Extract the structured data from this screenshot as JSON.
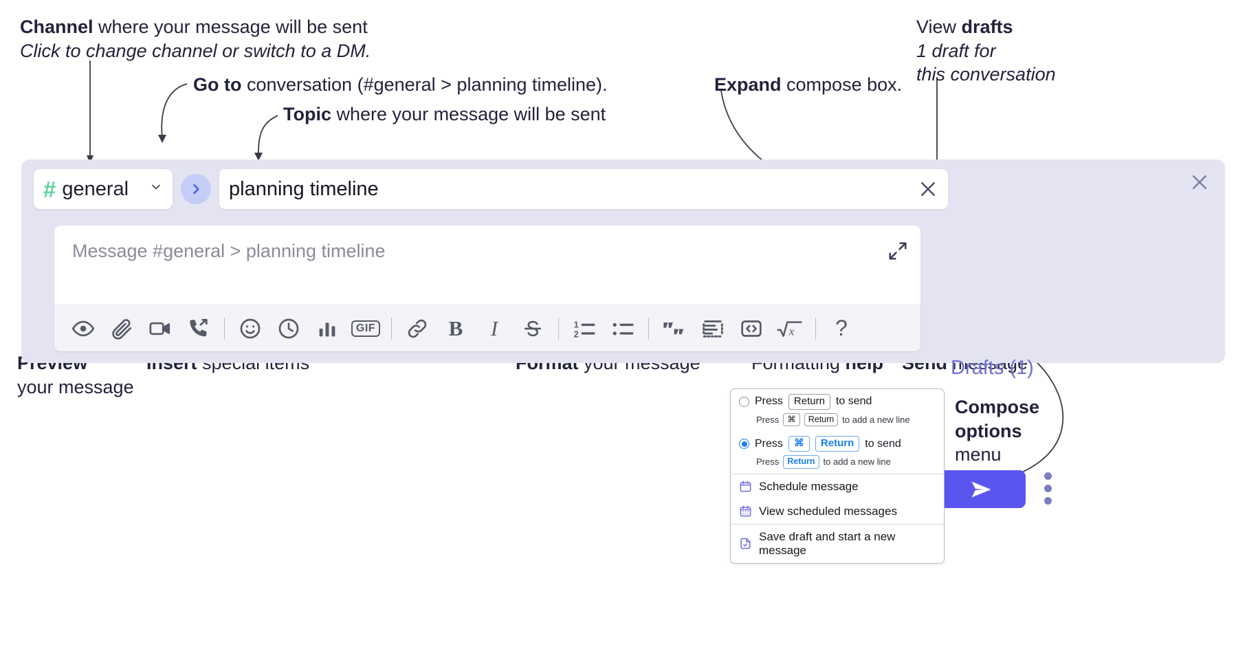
{
  "annotations": {
    "channel": {
      "bold": "Channel",
      "rest": " where your message will be sent",
      "italic": "Click to change channel or switch to a DM."
    },
    "goto": {
      "bold": "Go to",
      "rest": " conversation (#general > planning timeline)."
    },
    "topic": {
      "bold": "Topic",
      "rest": " where your message will be sent"
    },
    "expand": {
      "bold": "Expand",
      "rest": " compose box."
    },
    "drafts": {
      "plain": "View ",
      "bold": "drafts",
      "italic1": "1 draft for",
      "italic2": "this conversation"
    },
    "preview": {
      "bold": "Preview",
      "rest": "your message"
    },
    "insert": {
      "bold": "Insert",
      "rest": " special items"
    },
    "format": {
      "bold": "Format",
      "rest": " your message"
    },
    "help": {
      "plain": "Formatting ",
      "bold": "help"
    },
    "send": {
      "bold": "Send",
      "rest": " message"
    },
    "compose_options": {
      "bold1": "Compose",
      "bold2": "options",
      "rest": "menu"
    }
  },
  "composer": {
    "channel_name": "general",
    "hash_glyph": "#",
    "chevron_down_glyph": "⌄",
    "goto_glyph": "›",
    "topic_value": "planning timeline",
    "message_placeholder": "Message #general > planning timeline",
    "drafts_label": "Drafts (1)",
    "toolbar": [
      {
        "name": "preview-icon",
        "label": "Preview"
      },
      {
        "name": "attachment-icon",
        "label": "Attach file"
      },
      {
        "name": "video-icon",
        "label": "Record video clip"
      },
      {
        "name": "audio-call-icon",
        "label": "Record audio clip"
      },
      {
        "sep": true
      },
      {
        "name": "emoji-icon",
        "label": "Emoji"
      },
      {
        "name": "clock-icon",
        "label": "Reminder"
      },
      {
        "name": "poll-icon",
        "label": "Poll"
      },
      {
        "name": "gif-icon",
        "label": "GIF"
      },
      {
        "sep": true
      },
      {
        "name": "link-icon",
        "label": "Link"
      },
      {
        "name": "bold-icon",
        "label": "B"
      },
      {
        "name": "italic-icon",
        "label": "I"
      },
      {
        "name": "strikethrough-icon",
        "label": "Strikethrough"
      },
      {
        "sep": true
      },
      {
        "name": "ordered-list-icon",
        "label": "Ordered list"
      },
      {
        "name": "bulleted-list-icon",
        "label": "Bulleted list"
      },
      {
        "sep": true
      },
      {
        "name": "blockquote-icon",
        "label": "Blockquote"
      },
      {
        "name": "code-block-icon",
        "label": "Code block"
      },
      {
        "name": "inline-code-icon",
        "label": "Code"
      },
      {
        "name": "math-icon",
        "label": "Math"
      },
      {
        "sep": true
      },
      {
        "name": "help-icon",
        "label": "?"
      }
    ]
  },
  "menu": {
    "options": [
      {
        "selected": false,
        "main_prefix": "Press",
        "main_key": "Return",
        "main_suffix": "to send",
        "sub_prefix": "Press",
        "sub_key1": "⌘",
        "sub_key2": "Return",
        "sub_suffix": "to add a new line"
      },
      {
        "selected": true,
        "main_prefix": "Press",
        "main_key1": "⌘",
        "main_key2": "Return",
        "main_suffix": "to send",
        "sub_prefix": "Press",
        "sub_key": "Return",
        "sub_suffix": "to add a new line"
      }
    ],
    "items": [
      {
        "icon": "calendar-icon",
        "label": "Schedule message"
      },
      {
        "icon": "calendar-grid-icon",
        "label": "View scheduled messages"
      },
      {
        "icon": "save-draft-icon",
        "label": "Save draft and start a new message"
      }
    ]
  },
  "colors": {
    "panel_bg": "#e3e3f1",
    "send_button": "#5b55f0",
    "hash_green": "#5ed39e",
    "goto_blue": "#3d63e8",
    "drafts_purple": "#6f6fcf",
    "menu_accent_blue": "#1a7ff5",
    "menu_icon_purple": "#6d6de0"
  }
}
